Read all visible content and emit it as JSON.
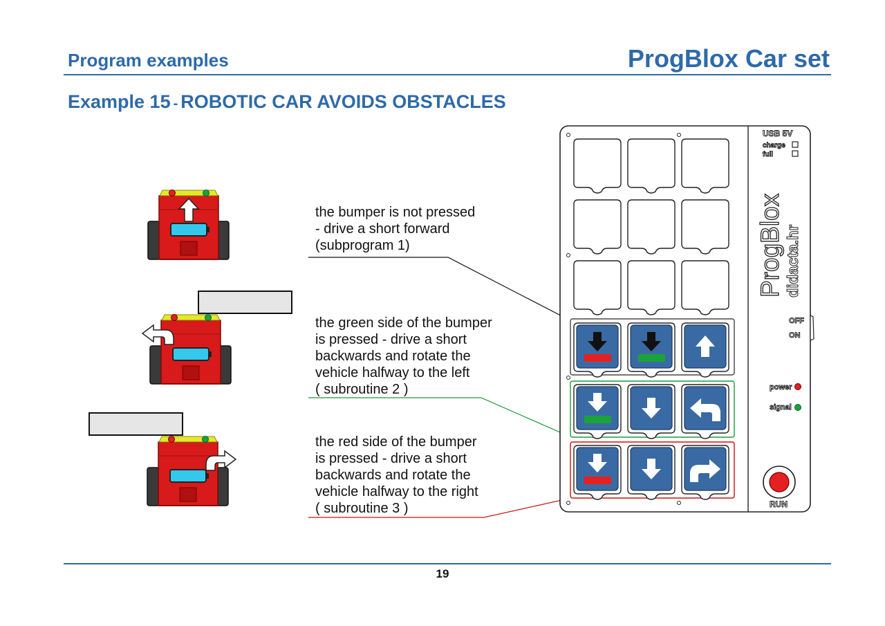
{
  "header": {
    "left_title": "Program examples",
    "right_title": "ProgBlox Car set"
  },
  "example": {
    "number": "Example 15",
    "dash": "-",
    "title": "ROBOTIC CAR AVOIDS OBSTACLES"
  },
  "descriptions": [
    "the bumper is not pressed\n- drive a short forward\n  (subprogram 1)",
    "the green side of the bumper\nis pressed - drive a short\nbackwards and rotate the\nvehicle halfway to the left\n( subroutine 2 )",
    "the red side of the bumper\nis pressed - drive a short\nbackwards and rotate the\nvehicle halfway to the right\n( subroutine 3 )"
  ],
  "device": {
    "usb_label": "USB 5V",
    "charge_label": "charge",
    "full_label": "full",
    "brand": "ProgBlox",
    "site": "didacta.hr",
    "off_label": "OFF",
    "on_label": "ON",
    "power_label": "power",
    "signal_label": "signal",
    "run_label": "RUN"
  },
  "colors": {
    "accent": "#2e6aa8",
    "car": "#d91a1a",
    "bumper": "#e5e82a",
    "tile": "#3a6aa3",
    "led_red": "#e52020",
    "led_green": "#1aa33a",
    "screen": "#34c8ec"
  },
  "page_number": "19"
}
